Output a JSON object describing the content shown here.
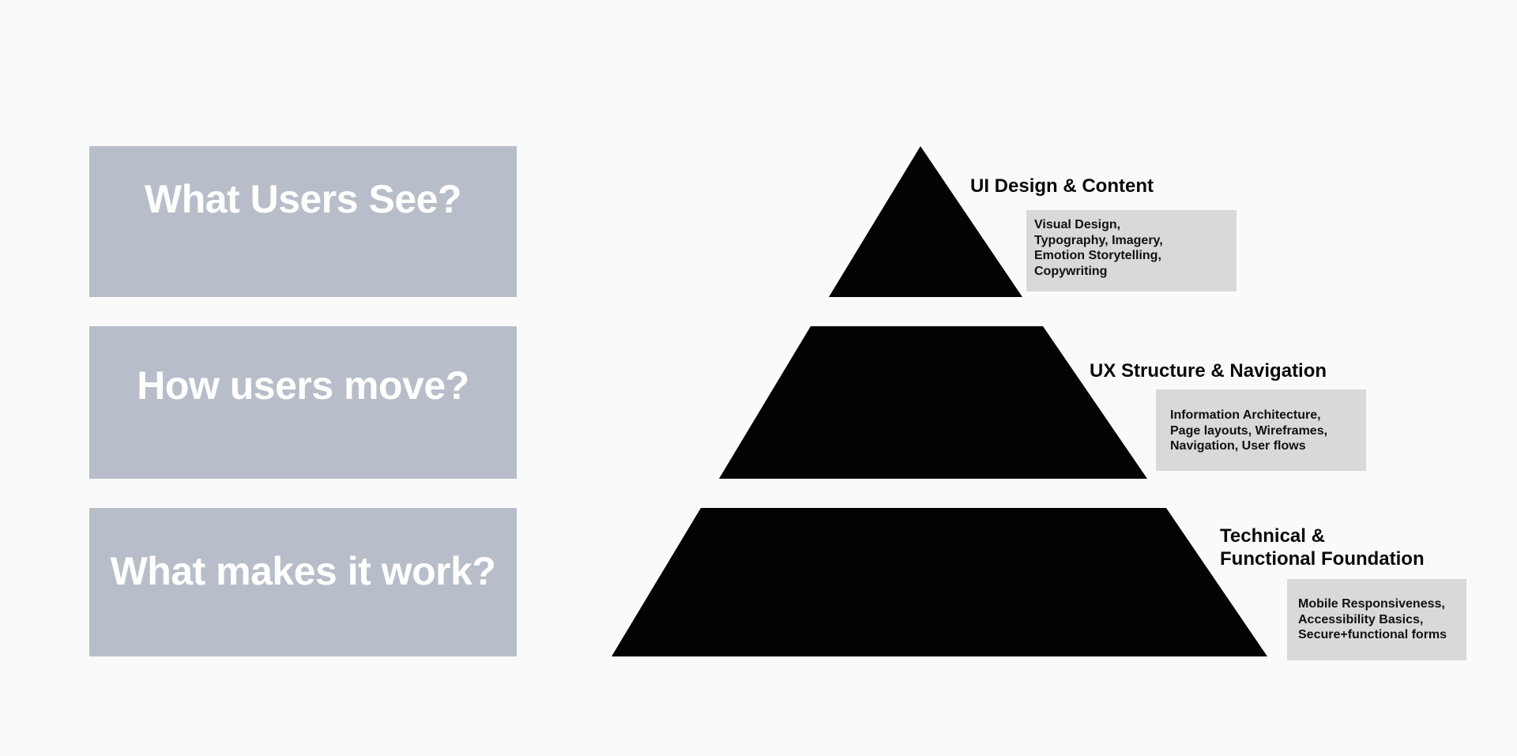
{
  "questions": [
    "What Users See?",
    "How users move?",
    "What makes it work?"
  ],
  "tiers": [
    {
      "title": "UI Design & Content",
      "details": "Visual Design,\nTypography, Imagery,\nEmotion Storytelling,\nCopywriting"
    },
    {
      "title": "UX Structure & Navigation",
      "details": "Information Architecture,\nPage layouts, Wireframes,\nNavigation, User flows"
    },
    {
      "title": "Technical &\nFunctional Foundation",
      "details": "Mobile Responsiveness,\nAccessibility Basics,\nSecure+functional forms"
    }
  ],
  "colors": {
    "background": "#fafafa",
    "question_box": "#b7bec9",
    "pyramid": "#030303",
    "detail_box": "#d9d9d9"
  }
}
